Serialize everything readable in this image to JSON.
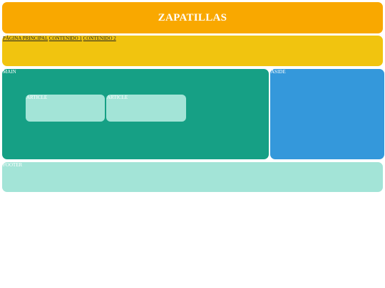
{
  "header": {
    "title": "ZAPATILLAS"
  },
  "nav": {
    "links": [
      "PÁGINA PRINCIPAL",
      "CONTENIDO 1",
      "CONTENIDO 2"
    ]
  },
  "main": {
    "label": "MAIN",
    "articles": [
      {
        "label": "ARTICLE"
      },
      {
        "label": "ARTICLE"
      }
    ]
  },
  "aside": {
    "label": "ASIDE"
  },
  "footer": {
    "label": "FOOTER"
  },
  "colors": {
    "header": "#f9a800",
    "nav": "#f1c40f",
    "main": "#16a085",
    "article": "#a3e4d7",
    "aside": "#3498db",
    "footer": "#a3e4d7"
  }
}
